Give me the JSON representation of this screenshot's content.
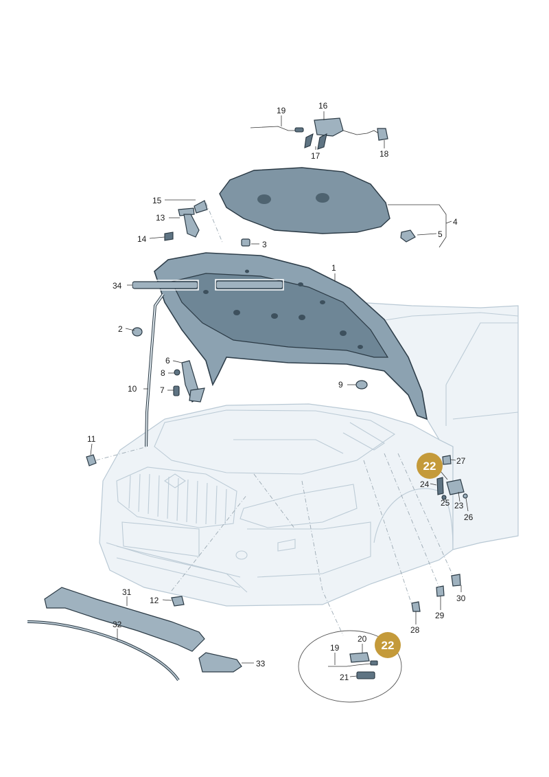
{
  "callouts": {
    "c1": "1",
    "c2": "2",
    "c3": "3",
    "c4": "4",
    "c5": "5",
    "c6": "6",
    "c7": "7",
    "c8": "8",
    "c9": "9",
    "c10": "10",
    "c11": "11",
    "c12": "12",
    "c13": "13",
    "c14": "14",
    "c15": "15",
    "c16": "16",
    "c17": "17",
    "c18": "18",
    "c19": "19",
    "c19b": "19",
    "c20": "20",
    "c21": "21",
    "c23": "23",
    "c24": "24",
    "c25": "25",
    "c26": "26",
    "c27": "27",
    "c28": "28",
    "c29": "29",
    "c30": "30",
    "c31": "31",
    "c32": "32",
    "c33": "33",
    "c34": "34"
  },
  "badges": {
    "b1": "22",
    "b2": "22"
  },
  "colors": {
    "badge": "#c49a3a",
    "part": "#8ca2b1",
    "car_outline": "#b8c8d4"
  }
}
